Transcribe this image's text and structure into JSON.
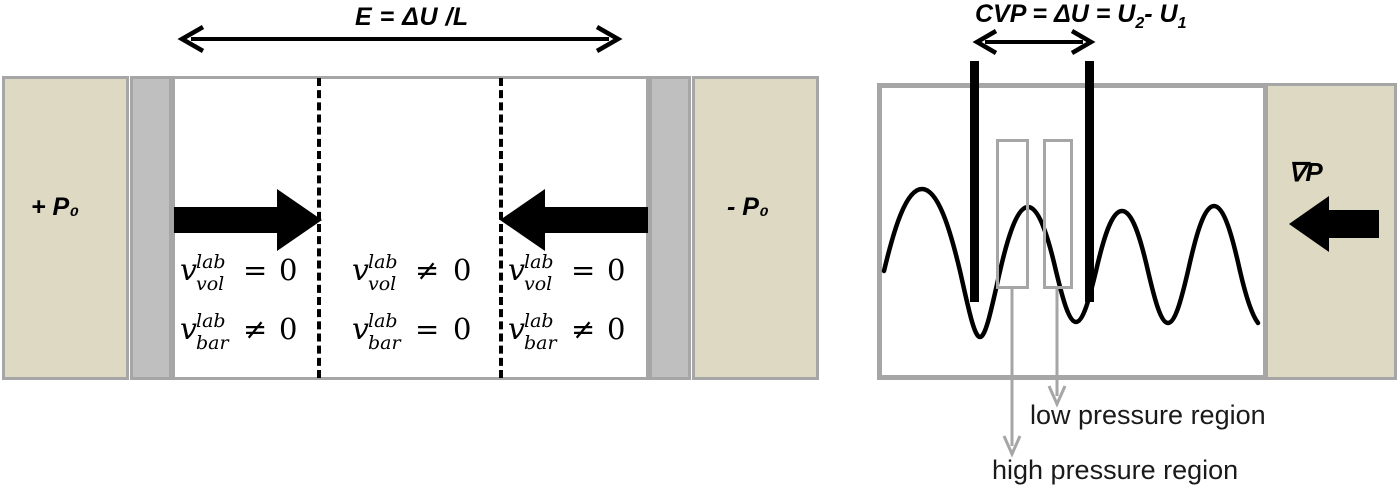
{
  "left_panel": {
    "top_label": "E = ΔU /L",
    "left_reservoir_label": "+ P₀",
    "right_reservoir_label": "- P₀",
    "columns": [
      {
        "name": "left-zone",
        "line1": "v_vol^lab = 0",
        "line2": "v_bar^lab ≠ 0",
        "sub": "vol",
        "sup": "lab",
        "rel1": "=",
        "rel2": "≠",
        "val": "0"
      },
      {
        "name": "middle-zone",
        "line1": "v_vol^lab ≠ 0",
        "line2": "v_bar^lab = 0",
        "rel1": "≠",
        "rel2": "=",
        "val": "0"
      },
      {
        "name": "right-zone",
        "line1": "v_vol^lab = 0",
        "line2": "v_bar^lab ≠ 0",
        "rel1": "=",
        "rel2": "≠",
        "val": "0"
      }
    ],
    "symbols": {
      "v": "v",
      "sub_vol": "vol",
      "sub_bar": "bar",
      "sup_lab": "lab",
      "zero": "0",
      "eq": "=",
      "neq": "≠"
    }
  },
  "right_panel": {
    "top_label": "CVP = ΔU = U₂- U₁",
    "top_label_parts": {
      "lead": "CVP = ΔU = U",
      "sub2": "2",
      "minus": "- U",
      "sub1": "1"
    },
    "gradient_label": "∇P",
    "annotation_low": "low pressure region",
    "annotation_high": "high pressure region"
  },
  "colors": {
    "reservoir_fill": "#ddd9c3",
    "piston_fill": "#bfbfbf",
    "border_gray": "#a6a6a6",
    "wave_stroke": "#000000",
    "annotation_gray": "#a6a6a6",
    "text_black": "#000000"
  }
}
